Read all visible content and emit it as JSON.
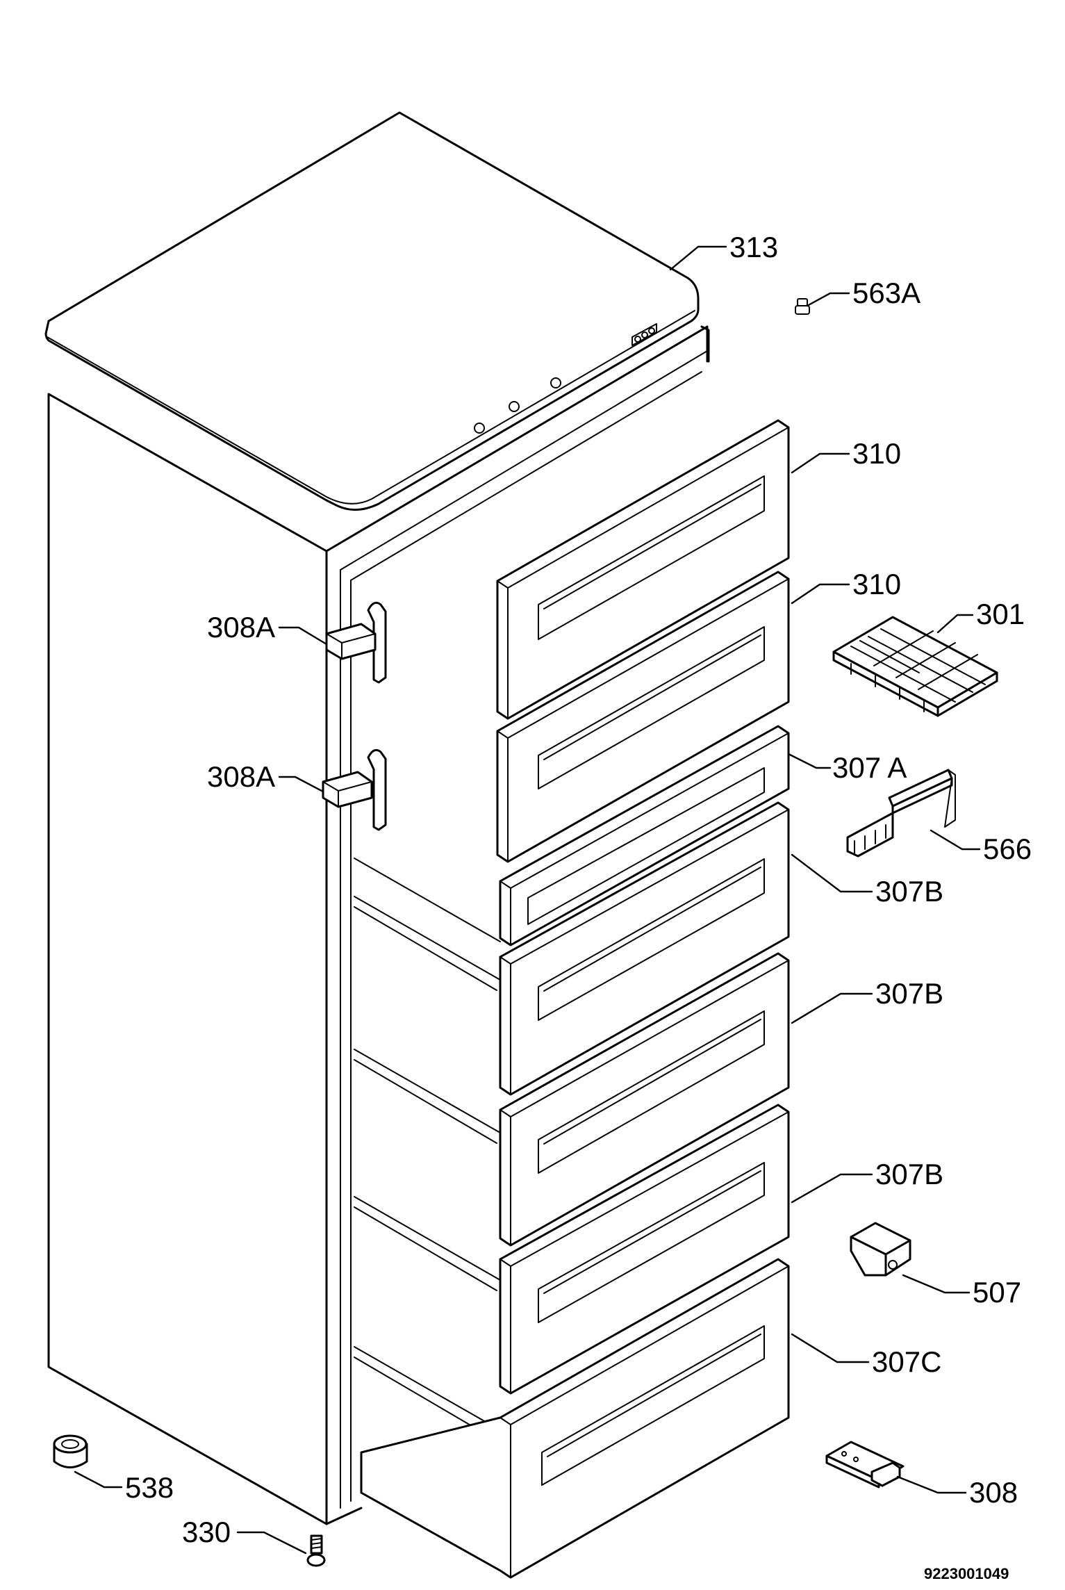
{
  "labels": {
    "p313": "313",
    "p563a": "563A",
    "p310_top": "310",
    "p310_second": "310",
    "p301": "301",
    "p308a_upper": "308A",
    "p308a_lower": "308A",
    "p307a": "307 A",
    "p566": "566",
    "p307b_first": "307B",
    "p307b_second": "307B",
    "p307b_third": "307B",
    "p507": "507",
    "p307c": "307C",
    "p538": "538",
    "p308": "308",
    "p330": "330"
  },
  "document_number": "9223001049"
}
